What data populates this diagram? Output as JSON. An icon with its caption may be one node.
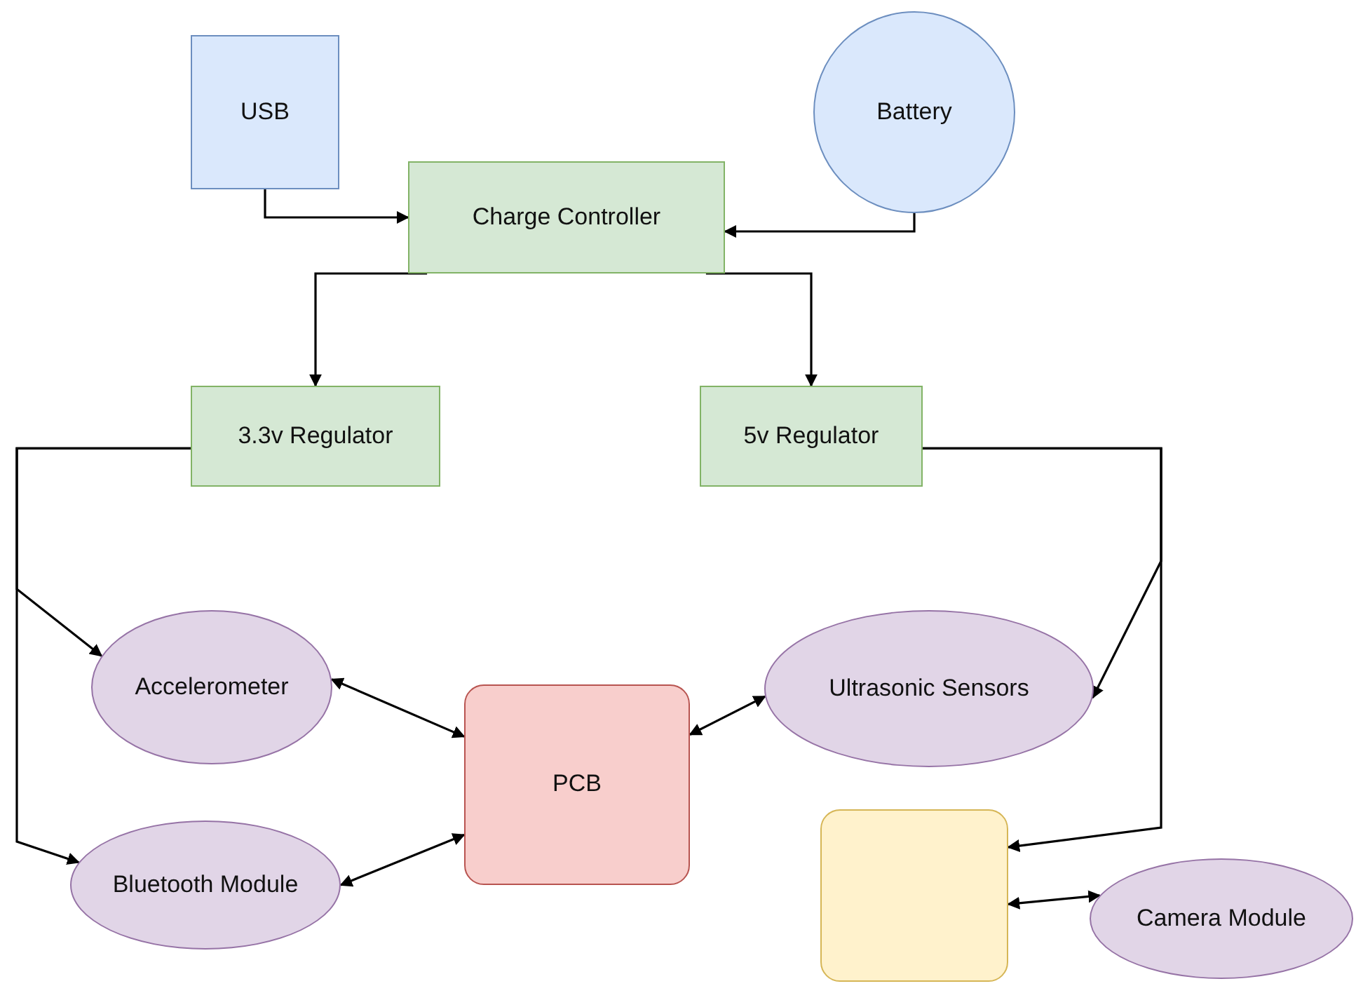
{
  "diagram": {
    "nodes": [
      {
        "text": [
          "USB"
        ]
      },
      {
        "text": [
          "Battery"
        ]
      },
      {
        "text": [
          "Charge Controller"
        ]
      },
      {
        "text": [
          "3.3v Regulator"
        ]
      },
      {
        "text": [
          "5v Regulator"
        ]
      },
      {
        "text": [
          "Accelerometer"
        ]
      },
      {
        "text": [
          "Ultrasonic Sensors"
        ]
      },
      {
        "text": [
          "PCB"
        ]
      },
      {
        "text": [
          "Bluetooth Module"
        ]
      },
      {
        "text": [],
        "shape": "box"
      },
      {
        "text": [
          "Camera Module"
        ]
      }
    ],
    "edges": [
      {
        "from": 0,
        "to": 2,
        "arrow": "to"
      },
      {
        "from": 1,
        "to": 2,
        "arrow": "to"
      },
      {
        "from": 2,
        "to": 3,
        "arrow": "to"
      },
      {
        "from": 2,
        "to": 4,
        "arrow": "to"
      },
      {
        "from": 3,
        "to": 5,
        "arrow": "to"
      },
      {
        "from": 3,
        "to": 8,
        "arrow": "to"
      },
      {
        "from": 4,
        "to": 6,
        "arrow": "to"
      },
      {
        "from": 4,
        "to": 9,
        "arrow": "to"
      },
      {
        "from": 5,
        "to": 7,
        "arrow": "both"
      },
      {
        "from": 8,
        "to": 7,
        "arrow": "both"
      },
      {
        "from": 6,
        "to": 7,
        "arrow": "both"
      },
      {
        "from": 9,
        "to": 10,
        "arrow": "both"
      }
    ]
  }
}
